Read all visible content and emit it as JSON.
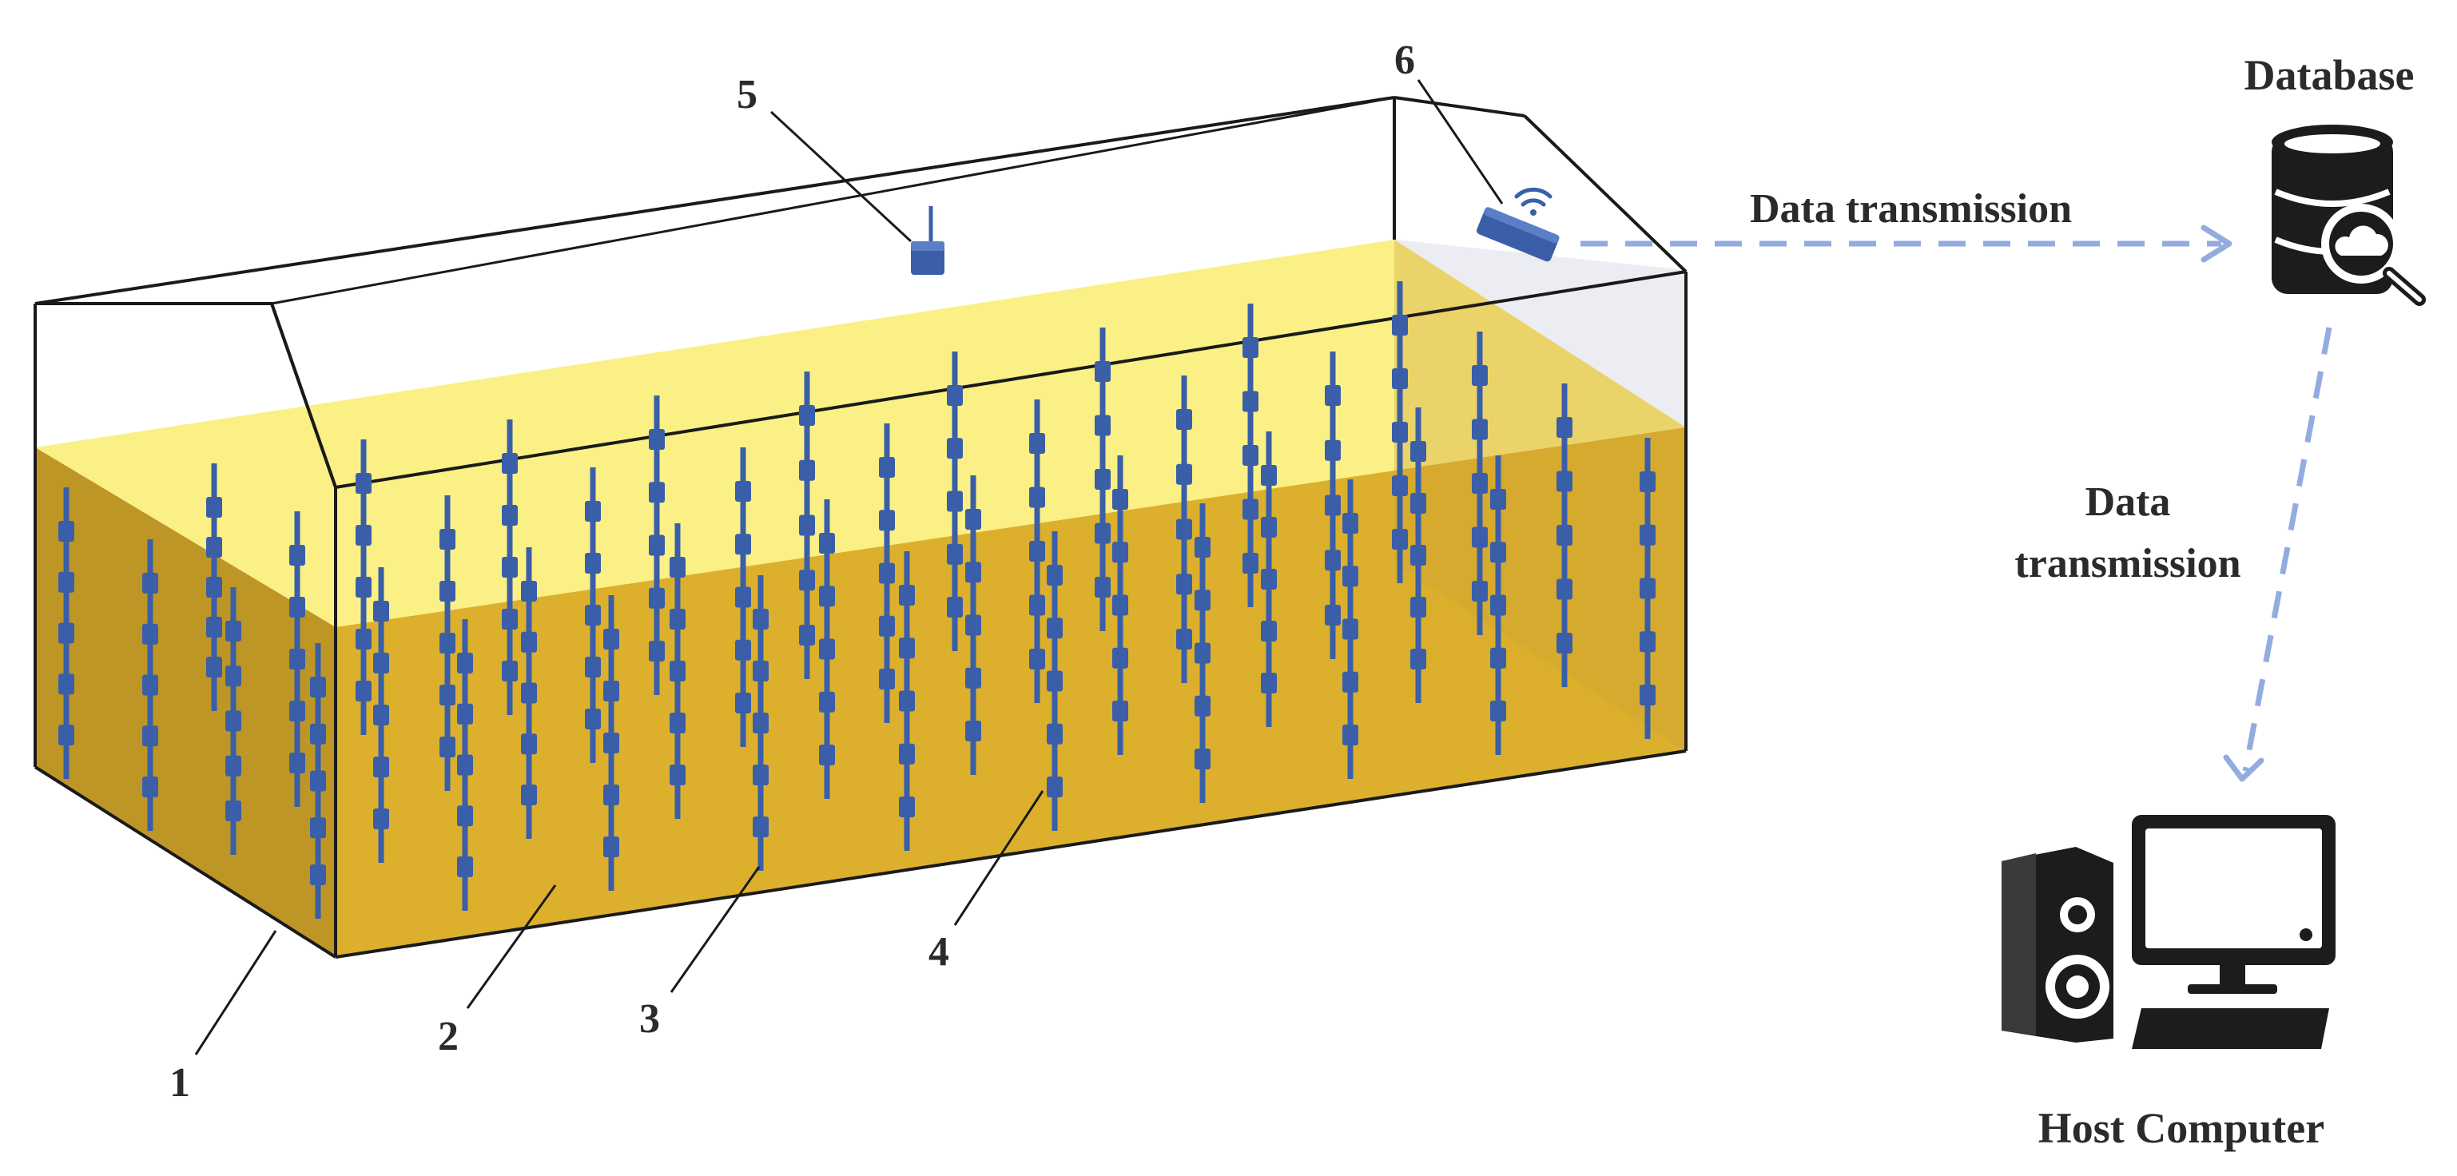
{
  "labels": {
    "part_1": "1",
    "part_2": "2",
    "part_3": "3",
    "part_4": "4",
    "part_5": "5",
    "part_6": "6"
  },
  "database": {
    "title": "Database"
  },
  "host": {
    "title": "Host Computer"
  },
  "links": {
    "to_database": "Data transmission",
    "to_host_line1": "Data",
    "to_host_line2": "transmission"
  },
  "colors": {
    "frame": "#1a1a1a",
    "sensor": "#3a5fa8",
    "arrow": "#93acdf",
    "grain_top": "#fbef7e",
    "grain_front": "#d9a91a",
    "grain_left": "#b98d12",
    "icon": "#1c1c1c"
  },
  "icons": {
    "database": "database-cloud-search-icon",
    "speaker": "speaker-tower-icon",
    "monitor": "monitor-icon",
    "keyboard": "keyboard-icon",
    "wifi": "wifi-signal-icon"
  }
}
